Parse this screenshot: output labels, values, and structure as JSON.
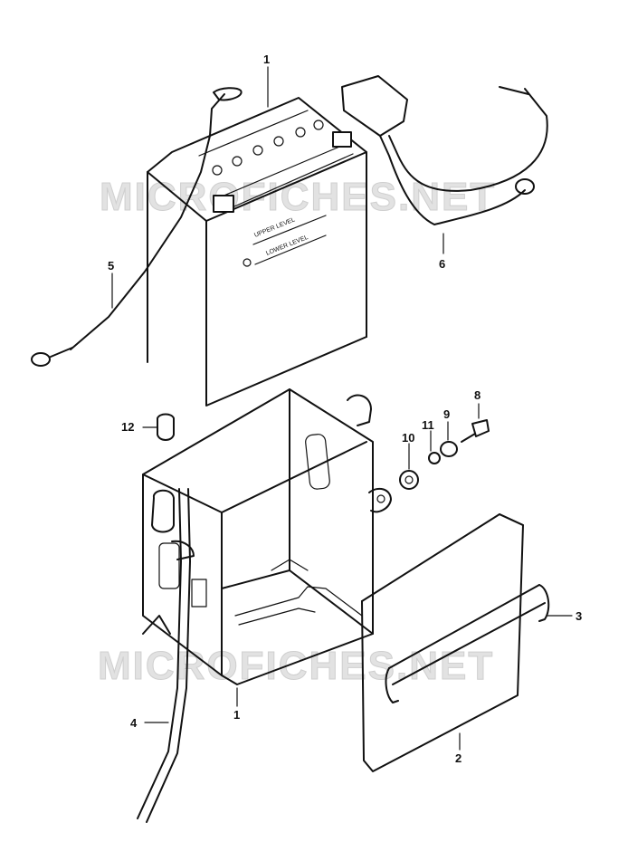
{
  "watermark": {
    "text_top": "MICROFICHES.NET",
    "text_bottom": "MICROFICHES.NET"
  },
  "battery_text": {
    "upper": "UPPER LEVEL",
    "lower": "LOWER LEVEL"
  },
  "callouts": {
    "c1": "1",
    "c1b": "1",
    "c2": "2",
    "c3": "3",
    "c4": "4",
    "c5": "5",
    "c6": "6",
    "c8": "8",
    "c9": "9",
    "c10": "10",
    "c11": "11",
    "c12": "12"
  }
}
